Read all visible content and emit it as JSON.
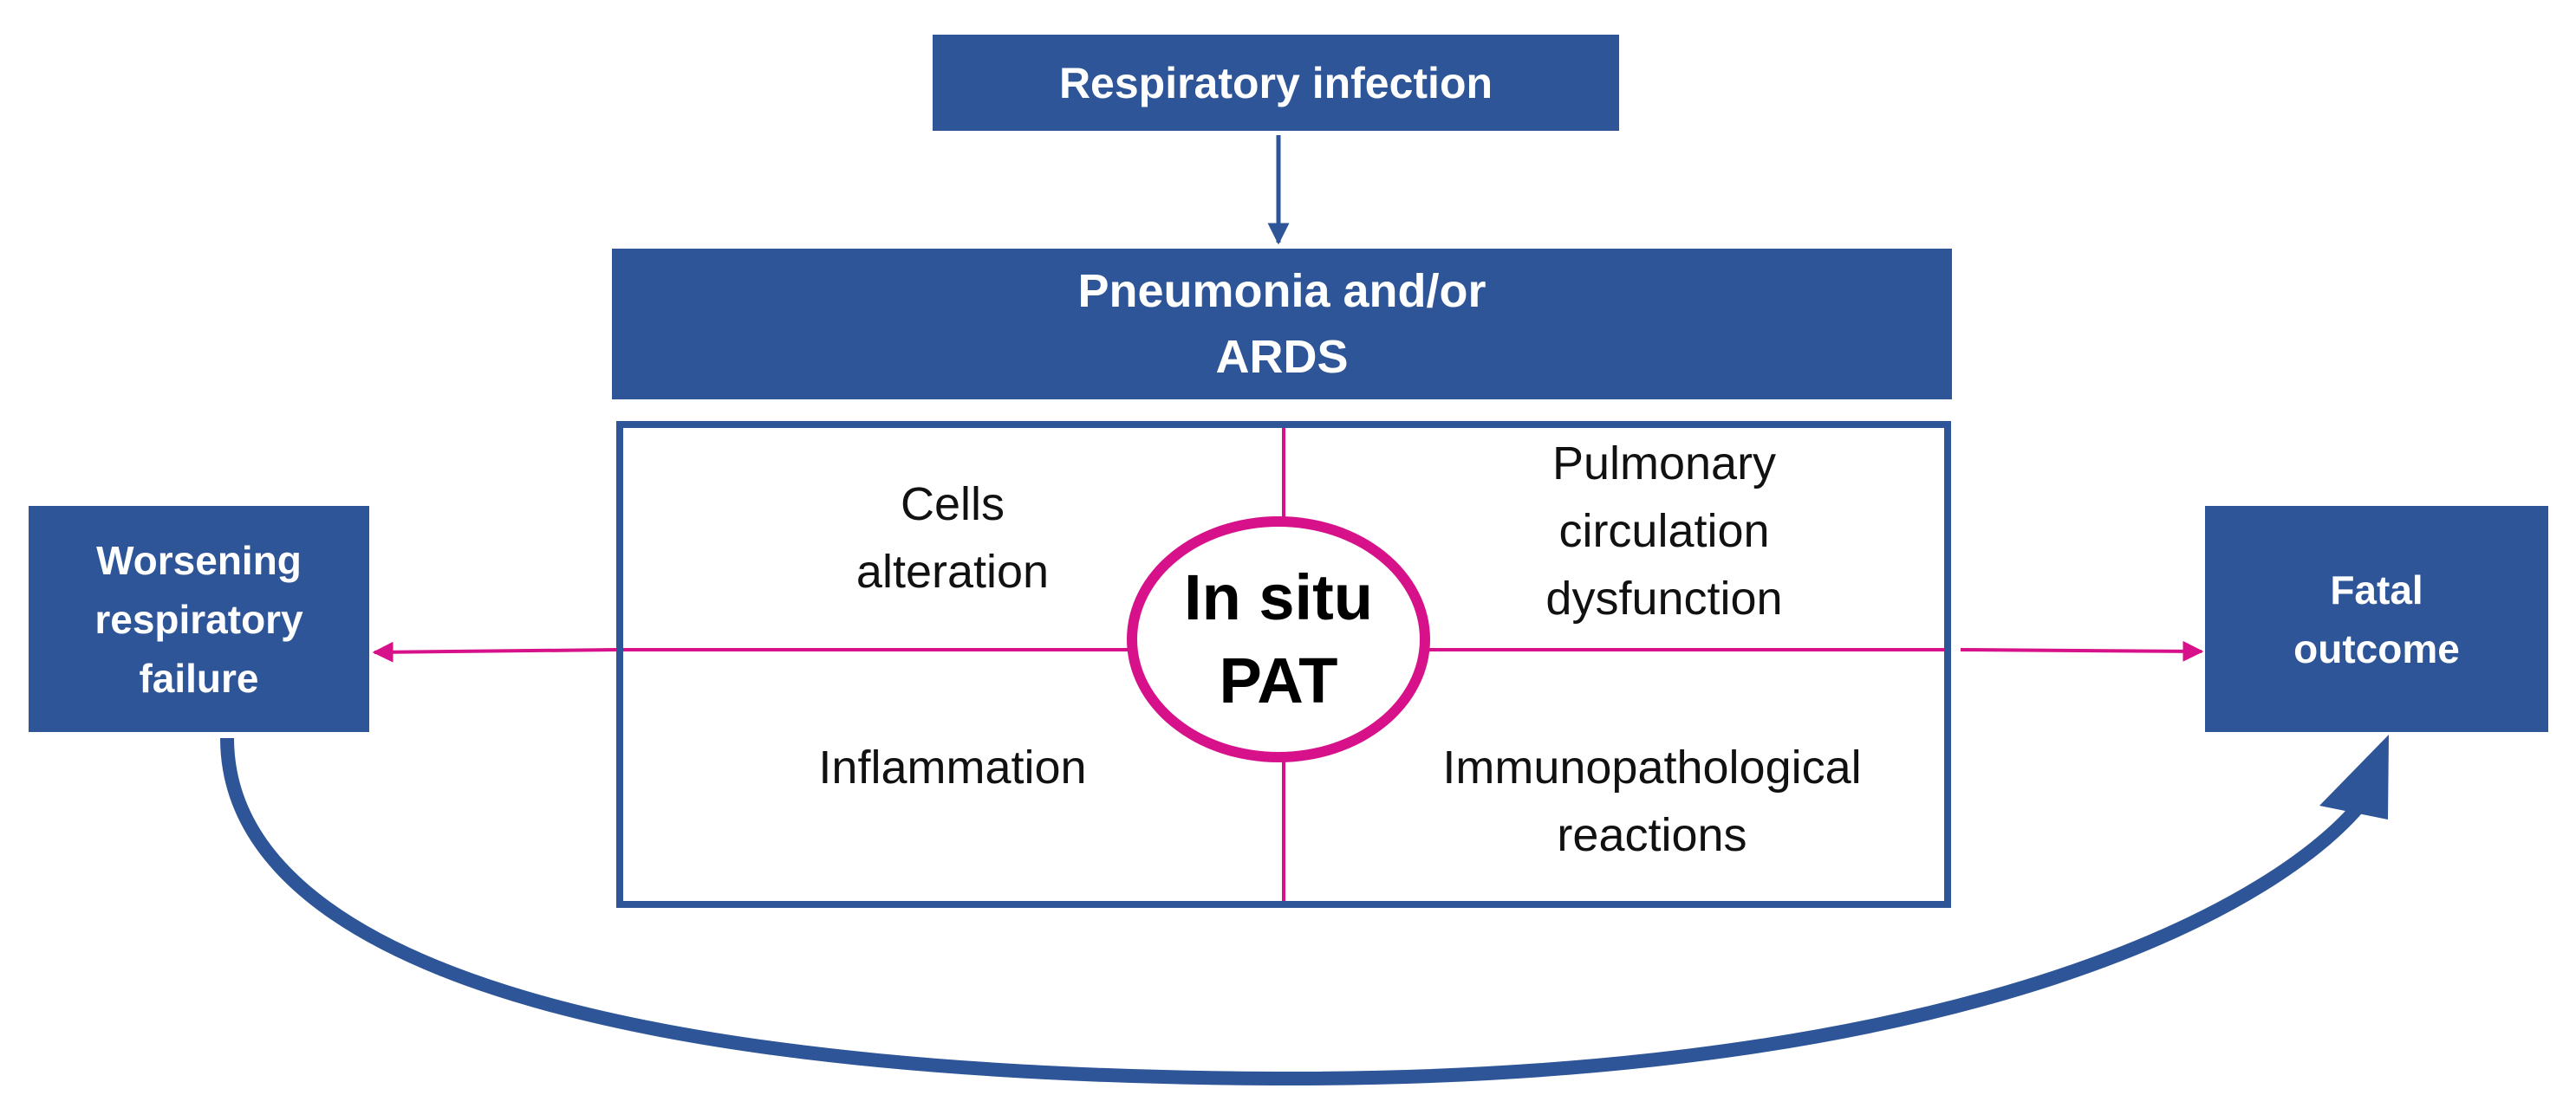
{
  "colors": {
    "box_fill": "#2e5597",
    "box_text": "#ffffff",
    "accent_magenta": "#d6118a",
    "label_text": "#111111"
  },
  "boxes": {
    "infection": "Respiratory infection",
    "pneumonia": "Pneumonia and/or\nARDS",
    "worsening": "Worsening\nrespiratory\nfailure",
    "fatal": "Fatal\noutcome"
  },
  "quadrants": {
    "top_left": "Cells\nalteration",
    "top_right": "Pulmonary\ncirculation\ndysfunction",
    "bottom_left": "Inflammation",
    "bottom_right": "Immunopathological\nreactions"
  },
  "center": {
    "label": "In situ\nPAT"
  }
}
